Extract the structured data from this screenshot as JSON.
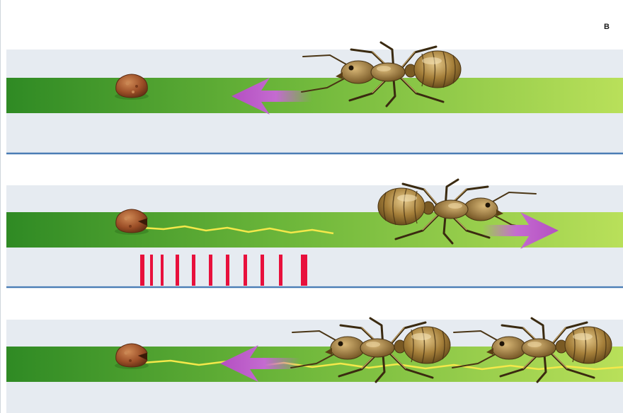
{
  "panel_label": "B",
  "colors": {
    "background": "#ffffff",
    "haze_band": "#e6ebf1",
    "trail_light": "#a7d54a",
    "trail_dark": "#3c9128",
    "divider": "#4a7db5",
    "arrow": "#b650c4",
    "pheromone": "#f4e84a",
    "ant_body": "#8e6a2c",
    "ant_highlight": "#d9b877",
    "food": "#9a4d26",
    "pulse": "#e8103c"
  },
  "scenes": [
    {
      "name": "ant-heading-to-food",
      "arrow_direction": "left",
      "food_state": "whole",
      "pheromone_trail": false,
      "ants": 1
    },
    {
      "name": "ant-returning-with-food",
      "arrow_direction": "right",
      "food_state": "bitten",
      "pheromone_trail": true,
      "ants": 1
    },
    {
      "name": "ants-following-trail",
      "arrow_direction": "left",
      "food_state": "bitten",
      "pheromone_trail": true,
      "ants": 2
    }
  ],
  "pulse_bars": {
    "count": 11
  }
}
